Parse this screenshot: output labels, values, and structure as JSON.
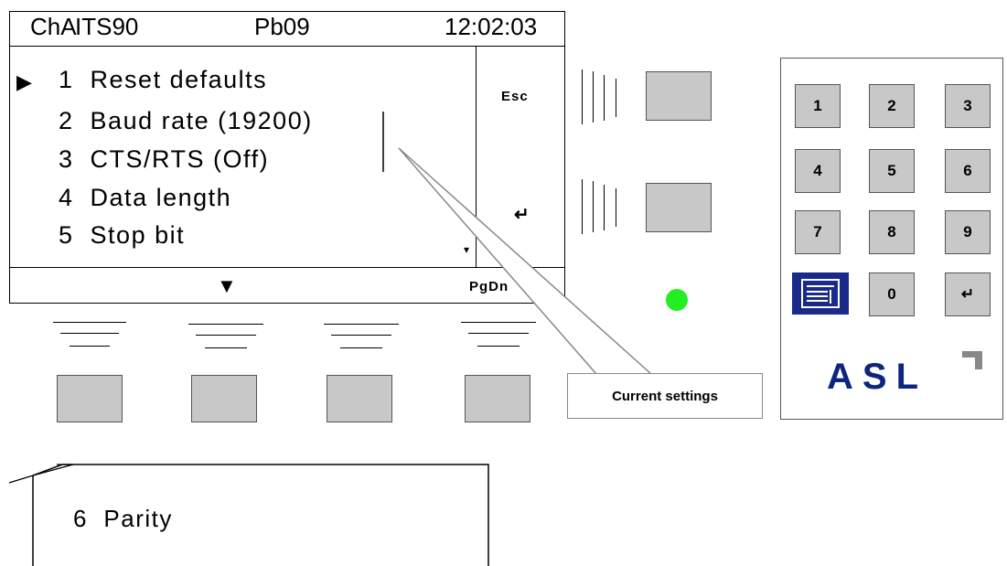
{
  "screen": {
    "channel": "ChA",
    "scale": "ITS90",
    "probe": "Pb09",
    "time": "12:02:03",
    "menu_items": [
      {
        "num": "1",
        "label": "Reset defaults"
      },
      {
        "num": "2",
        "label": "Baud rate (19200)"
      },
      {
        "num": "3",
        "label": "CTS/RTS (Off)"
      },
      {
        "num": "4",
        "label": "Data length"
      },
      {
        "num": "5",
        "label": "Stop bit"
      }
    ],
    "side_labels": {
      "esc": "Esc",
      "enter": "↵"
    },
    "bottom": {
      "down_arrow": "▼",
      "pgdn": "PgDn"
    },
    "selection_marker": "▶",
    "scroll_marker": "▾"
  },
  "callout": {
    "label": "Current settings"
  },
  "keypad": {
    "keys": [
      "1",
      "2",
      "3",
      "4",
      "5",
      "6",
      "7",
      "8",
      "9",
      "",
      "0",
      "↵"
    ],
    "menu_key_color": "#1a2a8a",
    "logo_letters": [
      "A",
      "S",
      "L"
    ],
    "logo_color": "#0c2580",
    "logo_accent_color": "#888888"
  },
  "indicator": {
    "led_color": "#22ee22"
  },
  "note": {
    "num": "6",
    "label": "Parity"
  }
}
